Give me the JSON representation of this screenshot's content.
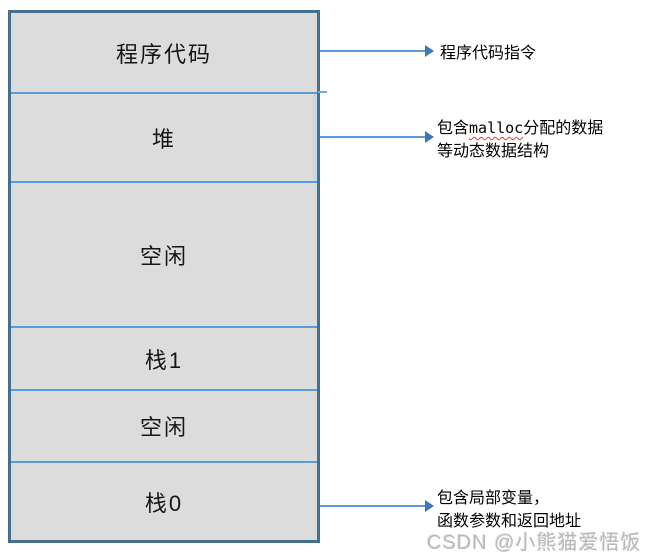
{
  "diagram": {
    "boxes": [
      {
        "label": "程序代码"
      },
      {
        "label": "堆"
      },
      {
        "label": "空闲"
      },
      {
        "label": "栈1"
      },
      {
        "label": "空闲"
      },
      {
        "label": "栈0"
      }
    ],
    "annotation_code": {
      "text": "程序代码指令"
    },
    "annotation_heap": {
      "line1_pre": "包含",
      "line1_code": "malloc",
      "line1_post": "分配的数据",
      "line2": "等动态数据结构"
    },
    "annotation_stack": {
      "line1": "包含局部变量，",
      "line2": "函数参数和返回地址"
    }
  },
  "watermark": {
    "text": "CSDN @小熊猫爱悟饭"
  },
  "colors": {
    "box_fill": "#dcdcdc",
    "outer_frame": "#44708e",
    "divider": "#5b9bd5",
    "arrow_line": "#5b9bd5",
    "arrow_head": "#3d7ab5",
    "malloc_underline": "#e03c31",
    "watermark_gray": "#a4a4a4",
    "text": "#000000"
  }
}
